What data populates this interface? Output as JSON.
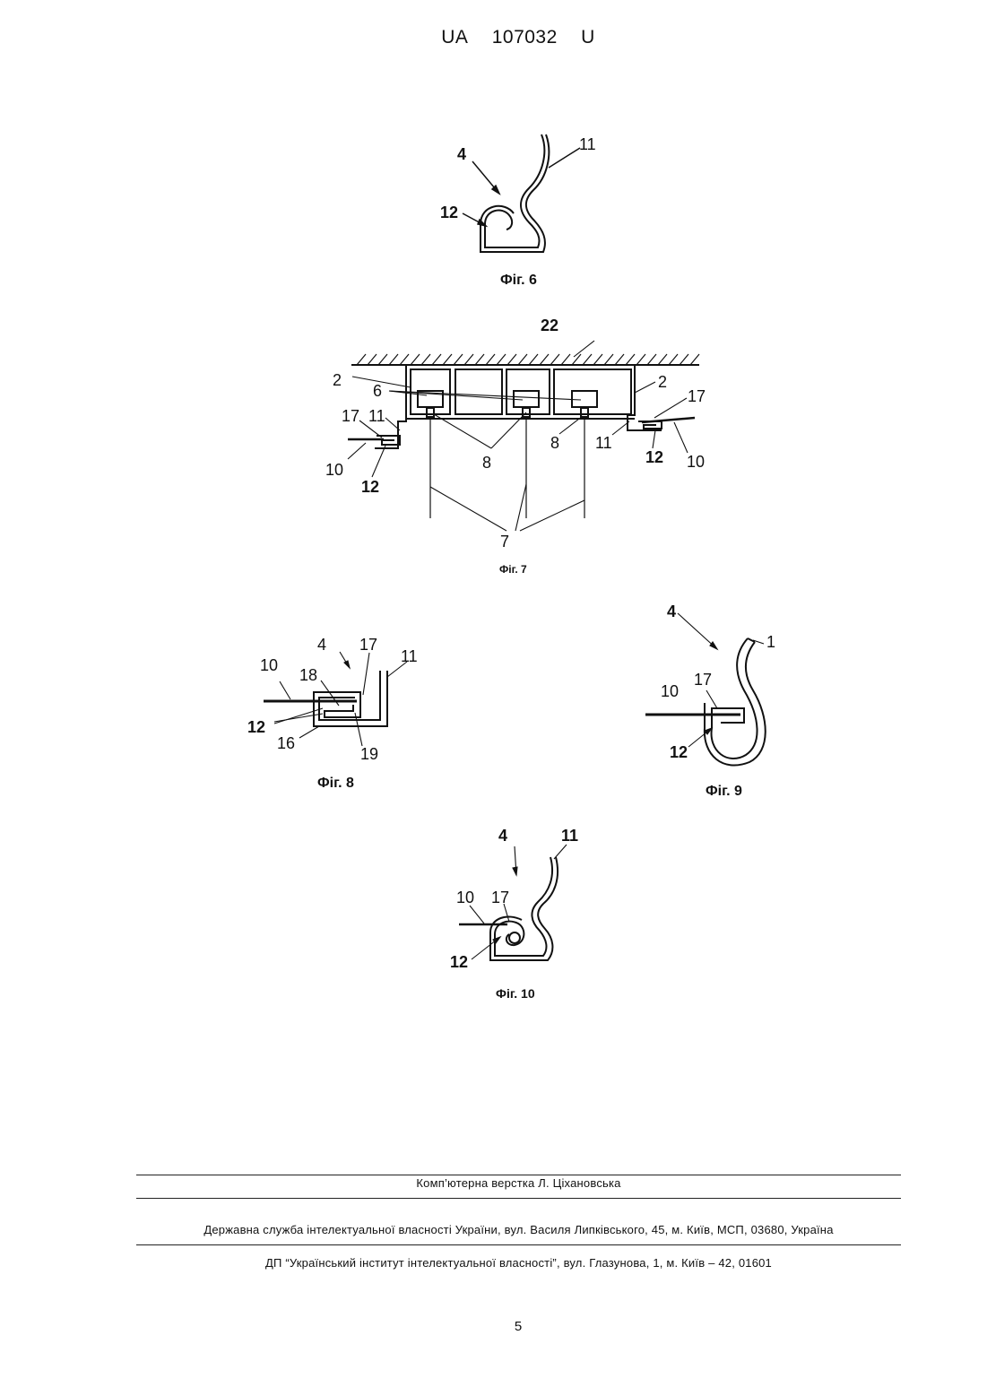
{
  "header": {
    "country": "UA",
    "number": "107032",
    "kind": "U"
  },
  "fig6": {
    "caption": "Фіг. 6",
    "labels": [
      "4",
      "11",
      "12"
    ]
  },
  "fig7": {
    "caption": "Фіг. 7",
    "labels": [
      "22",
      "2",
      "2",
      "6",
      "17",
      "17",
      "11",
      "11",
      "8",
      "8",
      "10",
      "10",
      "12",
      "12",
      "7"
    ]
  },
  "fig8": {
    "caption": "Фіг. 8",
    "labels": [
      "4",
      "17",
      "10",
      "11",
      "18",
      "12",
      "16",
      "19"
    ]
  },
  "fig9": {
    "caption": "Фіг. 9",
    "labels": [
      "4",
      "1",
      "10",
      "17",
      "12"
    ]
  },
  "fig10": {
    "caption": "Фіг. 10",
    "labels": [
      "4",
      "11",
      "10",
      "17",
      "12"
    ]
  },
  "footer": {
    "layout_credit": "Комп’ютерна верстка Л. Ціхановська",
    "office_address": "Державна служба інтелектуальної власності України, вул. Василя Липківського, 45, м. Київ, МСП, 03680, Україна",
    "institute_address": "ДП “Український інститут інтелектуальної власності”, вул. Глазунова, 1, м. Київ – 42, 01601"
  },
  "page_number": "5"
}
